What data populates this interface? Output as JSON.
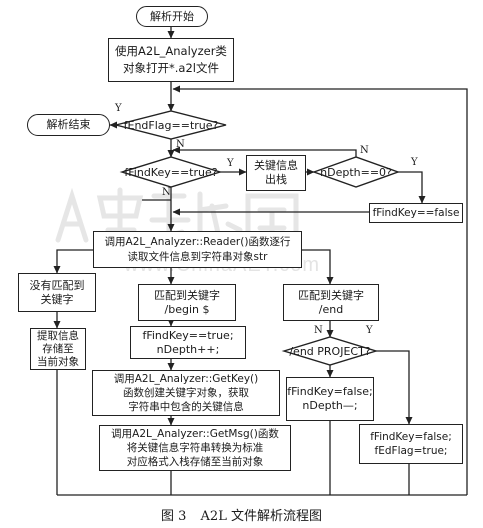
{
  "nodes": {
    "start": "解析开始",
    "open_file": "使用A2L_Analyzer类\n对象打开*.a2l文件",
    "end_flag_check": "fEndFlag==true?",
    "parse_end": "解析结束",
    "find_key_check": "fFindKey==true?",
    "pop_key": "关键信息\n出栈",
    "depth_check": "nDepth==0?",
    "set_find_false": "fFindKey==false",
    "read_line": "调用A2L_Analyzer::Reader()函数逐行\n读取文件信息到字符串对象str",
    "no_match": "没有匹配到\n关键字",
    "match_begin": "匹配到关键字\n/begin $",
    "match_end": "匹配到关键字\n/end",
    "extract_info": "提取信息\n存储至\n当前对象",
    "set_find_true": "fFindKey==true;\nnDepth++;",
    "end_project_check": "/end PROJECT?",
    "get_key": "调用A2L_Analyzer::GetKey()\n函数创建关键字对象，获取\n字符串中包含的关键信息",
    "depth_dec": "fFindKey=false;\nnDepth—;",
    "end_flag_set": "fFindKey=false;\nfEdFlag=true;",
    "get_msg": "调用A2L_Analyzer::GetMsg()函数\n将关键信息字符串转换为标准\n对应格式入栈存储至当前对象"
  },
  "labels": {
    "yes": "Y",
    "no": "N"
  },
  "watermark": {
    "url": "www.ChinaAET.com"
  },
  "caption": {
    "figure": "图 3",
    "title": "A2L 文件解析流程图"
  },
  "colors": {
    "line": "#222222",
    "watermark": "#e6e6e6"
  }
}
